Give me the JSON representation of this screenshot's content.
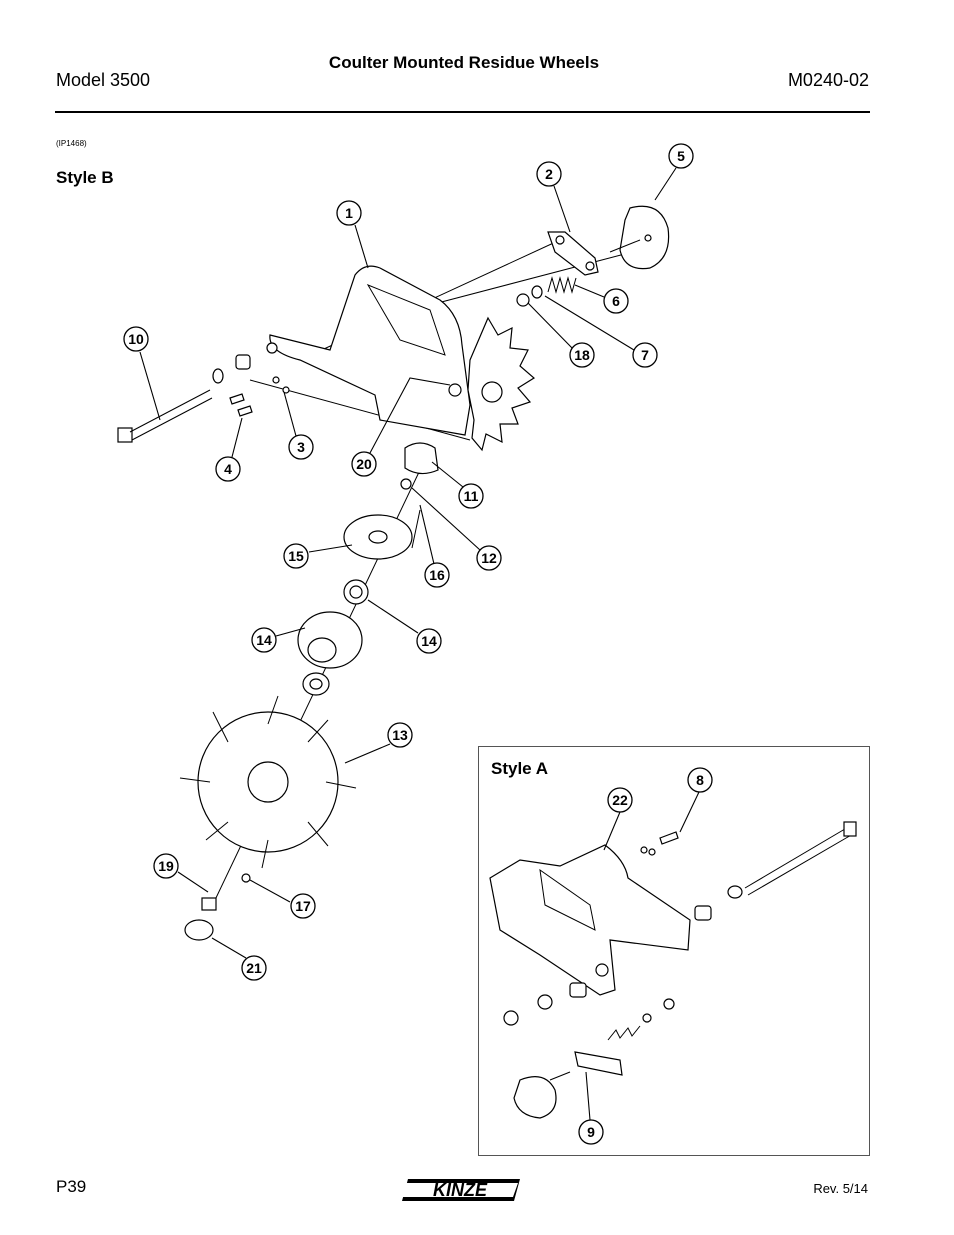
{
  "header": {
    "title": "Coulter Mounted Residue Wheels",
    "model": "Model 3500",
    "doc_number": "M0240-02"
  },
  "figure": {
    "image_ref": "(IP1468)",
    "style_b_label": "Style B",
    "style_a_label": "Style A",
    "callouts_b": [
      "1",
      "2",
      "3",
      "4",
      "5",
      "6",
      "7",
      "10",
      "11",
      "12",
      "13",
      "14",
      "14",
      "15",
      "16",
      "17",
      "18",
      "19",
      "20",
      "21"
    ],
    "callouts_a": [
      "8",
      "9",
      "22"
    ]
  },
  "footer": {
    "page": "P39",
    "revision": "Rev. 5/14",
    "logo_text": "KINZE"
  },
  "icons": {
    "logo": "kinze-logo"
  }
}
